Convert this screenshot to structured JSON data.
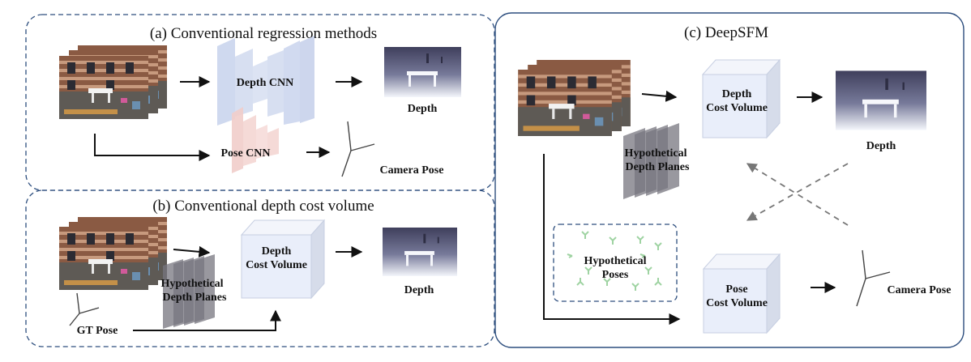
{
  "panels": {
    "a": {
      "title": "(a) Conventional regression methods",
      "depth_cnn": "Depth CNN",
      "pose_cnn": "Pose CNN",
      "depth_label": "Depth",
      "camera_pose_label": "Camera Pose"
    },
    "b": {
      "title": "(b) Conventional depth cost volume",
      "cost_volume_line1": "Depth",
      "cost_volume_line2": "Cost Volume",
      "planes_line1": "Hypothetical",
      "planes_line2": "Depth Planes",
      "depth_label": "Depth",
      "gt_pose_label": "GT Pose"
    },
    "c": {
      "title": "(c) DeepSFM",
      "depth_cv_line1": "Depth",
      "depth_cv_line2": "Cost Volume",
      "planes_line1": "Hypothetical",
      "planes_line2": "Depth Planes",
      "depth_label": "Depth",
      "poses_line1": "Hypothetical",
      "poses_line2": "Poses",
      "pose_cv_line1": "Pose",
      "pose_cv_line2": "Cost Volume",
      "camera_pose_label": "Camera Pose"
    }
  },
  "colors": {
    "panel_border": "#2d4e7e",
    "cube_face": "#e9eefa",
    "cube_side": "#d6dcea",
    "cube_top": "#f3f5fb",
    "cnn_blue": "#c7d2ec",
    "cnn_pink": "#f1cdca",
    "plane_gray": "#77757f",
    "pose_marker": "#9fd3a2",
    "arrow": "#111111",
    "dashed_arrow": "#777777"
  },
  "icons": [
    "image-stack-icon",
    "depth-map-icon",
    "camera-axes-icon",
    "hypothetical-pose-marker-icon"
  ]
}
